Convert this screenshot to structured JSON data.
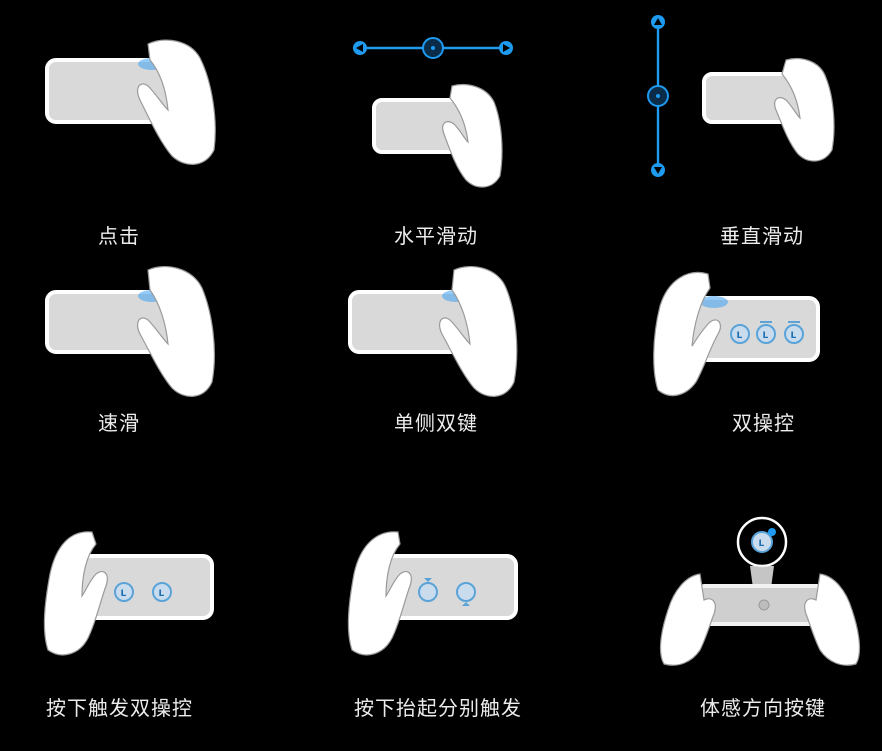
{
  "gestures": [
    {
      "id": "tap",
      "label": "点击"
    },
    {
      "id": "h-swipe",
      "label": "水平滑动"
    },
    {
      "id": "v-swipe",
      "label": "垂直滑动"
    },
    {
      "id": "fast-swipe",
      "label": "速滑"
    },
    {
      "id": "single-side-dual",
      "label": "单侧双键"
    },
    {
      "id": "dual-control",
      "label": "双操控"
    },
    {
      "id": "press-dual-control",
      "label": "按下触发双操控"
    },
    {
      "id": "press-lift",
      "label": "按下抬起分别触发"
    },
    {
      "id": "motion-direction",
      "label": "体感方向按键"
    }
  ],
  "button_glyph": "L",
  "colors": {
    "accent": "#1e9bf0",
    "background": "#000000",
    "phone": "#d9d9d9",
    "hand": "#ffffff"
  }
}
